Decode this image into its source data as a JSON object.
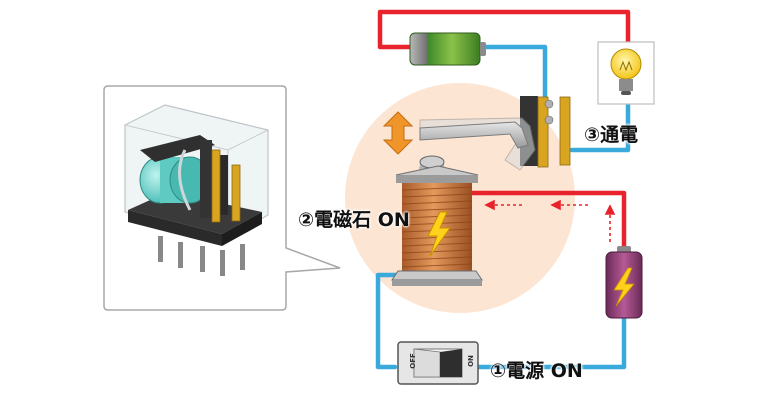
{
  "labels": {
    "electromagnet_on": "②電磁石 ON",
    "conduction": "③通電",
    "power_on": "①電源 ON"
  },
  "switch": {
    "off_text": "OFF",
    "on_text": "ON"
  },
  "colors": {
    "wire_red": "#e8232b",
    "wire_blue": "#3aa9dc",
    "glow": "#fde5d3",
    "coil": "#c9743c",
    "arrow": "#f0952a",
    "battery_green": "#5d9e2f",
    "battery_purple": "#8a3c6e"
  }
}
